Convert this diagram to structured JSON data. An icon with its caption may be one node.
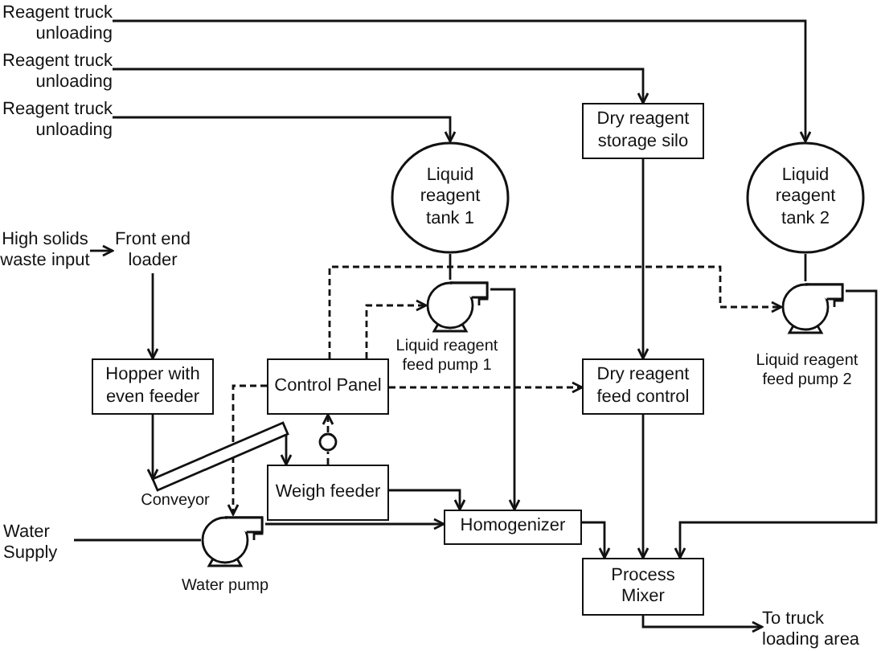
{
  "diagram": {
    "nodes": [
      {
        "text": [
          "Reagent truck unloading"
        ]
      },
      {
        "text": [
          "Reagent truck unloading"
        ]
      },
      {
        "text": [
          "Reagent truck unloading"
        ]
      },
      {
        "text": [
          "Liquid reagent tank 1"
        ]
      },
      {
        "text": [
          "Dry reagent storage silo"
        ]
      },
      {
        "text": [
          "Liquid reagent tank 2"
        ]
      },
      {
        "text": [
          "High solids waste input"
        ]
      },
      {
        "text": [
          "Front end loader"
        ]
      },
      {
        "text": [
          "Hopper with even feeder"
        ]
      },
      {
        "text": [
          "Control Panel"
        ]
      },
      {
        "text": [],
        "shape": "pump",
        "beside": [
          "Liquid reagent feed pump 1"
        ]
      },
      {
        "text": [
          "Dry reagent feed control"
        ]
      },
      {
        "text": [],
        "shape": "pump",
        "beside": [
          "Liquid reagent feed pump 2"
        ]
      },
      {
        "text": [],
        "shape": "conveyor",
        "beside": [
          "Conveyor"
        ]
      },
      {
        "text": [
          "Weigh feeder"
        ]
      },
      {
        "text": [],
        "shape": "circle"
      },
      {
        "text": [
          "Water Supply"
        ]
      },
      {
        "text": [],
        "shape": "pump",
        "beside": [
          "Water pump"
        ]
      },
      {
        "text": [
          "Homogenizer"
        ]
      },
      {
        "text": [
          "Process Mixer"
        ]
      },
      {
        "text": [
          "To truck loading area"
        ]
      }
    ],
    "edges": [
      {
        "from": 0,
        "to": 5,
        "arrow": "to"
      },
      {
        "from": 1,
        "to": 4,
        "arrow": "to"
      },
      {
        "from": 2,
        "to": 3,
        "arrow": "to"
      },
      {
        "from": 6,
        "to": 7,
        "arrow": "to"
      },
      {
        "from": 7,
        "to": 8,
        "arrow": "to"
      },
      {
        "from": 3,
        "to": 10,
        "arrow": "none"
      },
      {
        "from": 5,
        "to": 12,
        "arrow": "none"
      },
      {
        "from": 4,
        "to": 11,
        "arrow": "to"
      },
      {
        "from": 8,
        "to": 13,
        "arrow": "to"
      },
      {
        "from": 13,
        "to": 14,
        "arrow": "to"
      },
      {
        "from": 9,
        "to": 10,
        "arrow": "to",
        "style": "dashed"
      },
      {
        "from": 9,
        "to": 12,
        "arrow": "to",
        "style": "dashed"
      },
      {
        "from": 9,
        "to": 11,
        "arrow": "to",
        "style": "dashed"
      },
      {
        "from": 9,
        "to": 17,
        "arrow": "to",
        "style": "dashed"
      },
      {
        "from": 14,
        "to": 15,
        "arrow": "none",
        "style": "dashed"
      },
      {
        "from": 15,
        "to": 9,
        "arrow": "to",
        "style": "dashed"
      },
      {
        "from": 10,
        "to": 18,
        "arrow": "to"
      },
      {
        "from": 14,
        "to": 18,
        "arrow": "to"
      },
      {
        "from": 16,
        "to": 17,
        "arrow": "none"
      },
      {
        "from": 17,
        "to": 18,
        "arrow": "to"
      },
      {
        "from": 18,
        "to": 19,
        "arrow": "to"
      },
      {
        "from": 11,
        "to": 19,
        "arrow": "to"
      },
      {
        "from": 12,
        "to": 19,
        "arrow": "to"
      },
      {
        "from": 19,
        "to": 20,
        "arrow": "to"
      }
    ]
  }
}
